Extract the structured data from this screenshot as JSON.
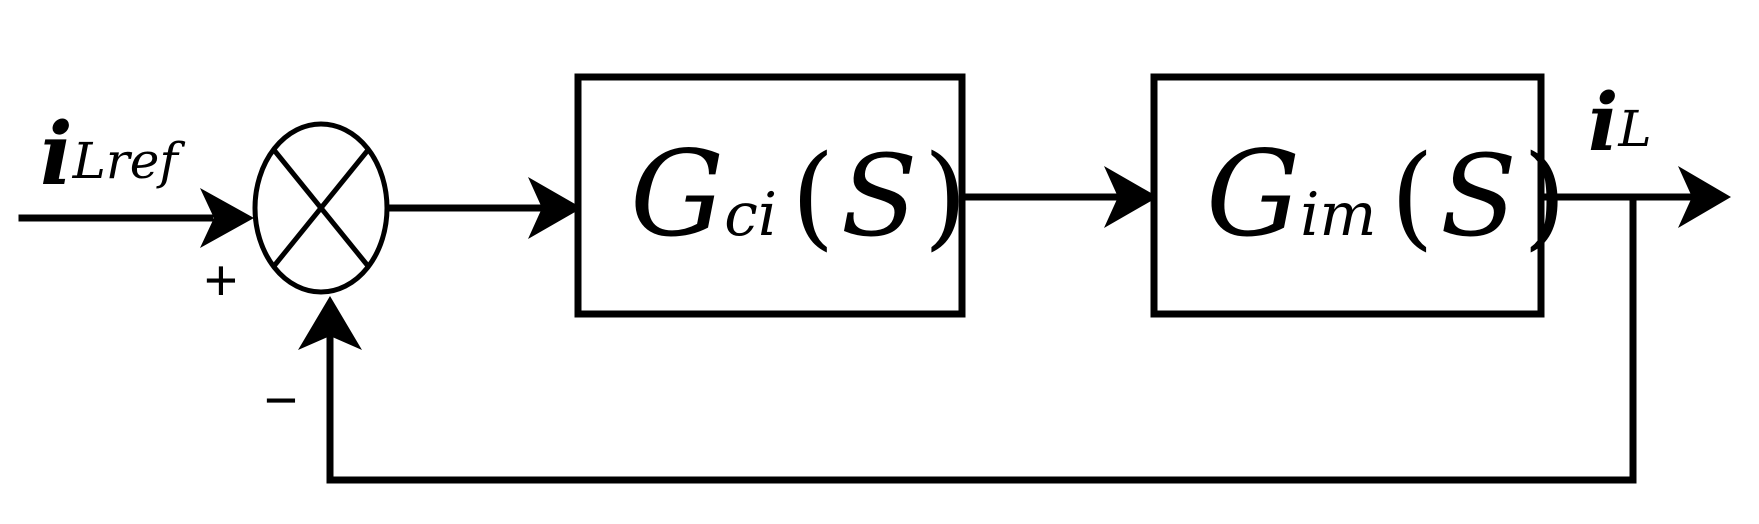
{
  "diagram": {
    "input": {
      "main": "i",
      "sub": "Lref"
    },
    "output": {
      "main": "i",
      "sub": "L"
    },
    "sum_plus": "+",
    "sum_minus": "−",
    "block1": {
      "main": "G",
      "sub": "ci",
      "open": "(",
      "arg": "S",
      "close": ")"
    },
    "block2": {
      "main": "G",
      "sub": "im",
      "open": "(",
      "arg": "S",
      "close": ")"
    },
    "line_color": "#000000",
    "background": "#ffffff"
  }
}
